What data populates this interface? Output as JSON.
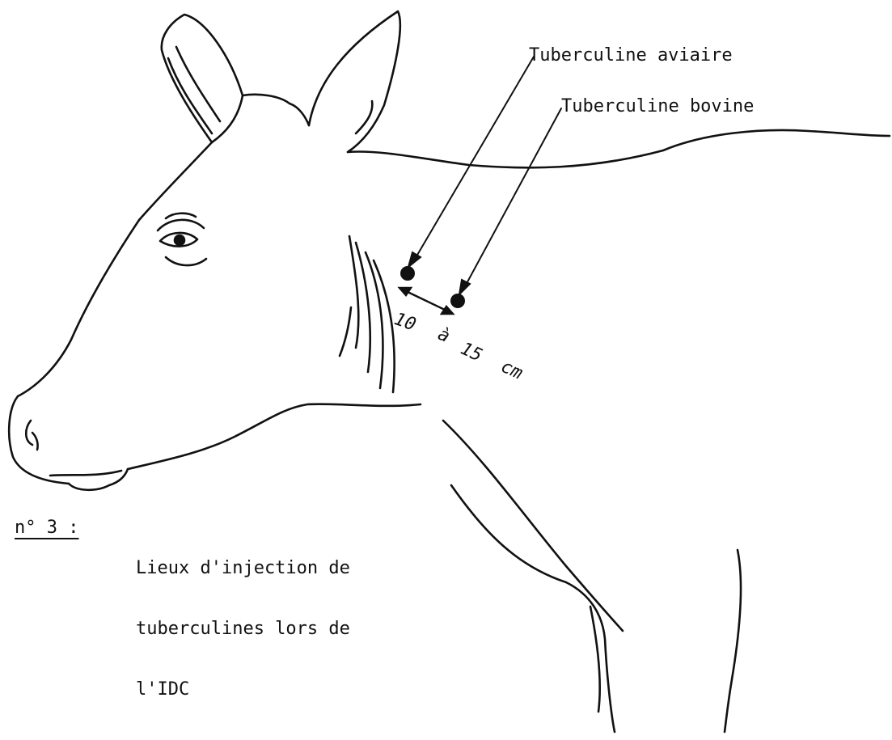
{
  "labels": {
    "avian": "Tuberculine aviaire",
    "bovine": "Tuberculine bovine",
    "distance_parts": [
      "10",
      "à",
      "15",
      "cm"
    ]
  },
  "caption": {
    "number": "n° 3 :",
    "lines": [
      "Lieux d'injection de",
      "tuberculines lors de",
      "l'IDC"
    ]
  },
  "colors": {
    "ink": "#111111",
    "background": "#ffffff"
  }
}
